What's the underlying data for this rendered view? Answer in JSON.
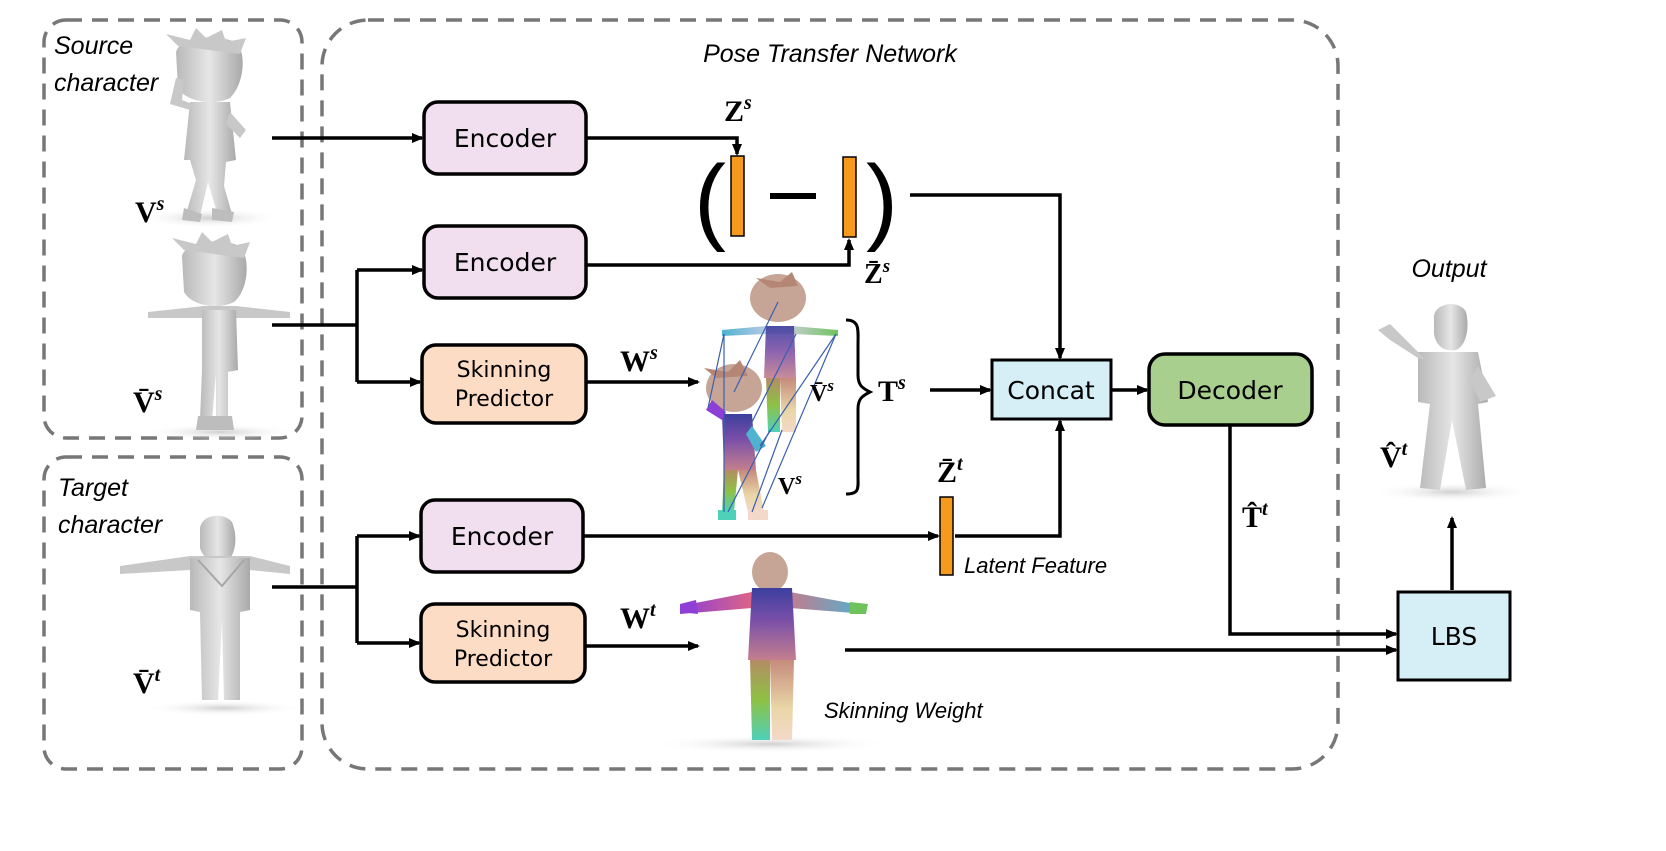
{
  "colors": {
    "encoder_fill": "#f1dff0",
    "skinning_fill": "#fcdcc4",
    "concat_fill": "#d6eef5",
    "decoder_fill": "#a8cf8d",
    "lbs_fill": "#d6eef5",
    "latent_bar": "#f59a1c",
    "dashed": "#777777",
    "arrow": "#000000"
  },
  "groups": {
    "source_label_line1": "Source",
    "source_label_line2": "character",
    "target_label_line1": "Target",
    "target_label_line2": "character",
    "network_title": "Pose Transfer Network",
    "output_label": "Output"
  },
  "blocks": {
    "encoder_1": "Encoder",
    "encoder_2": "Encoder",
    "encoder_3": "Encoder",
    "skinning_1_line1": "Skinning",
    "skinning_1_line2": "Predictor",
    "skinning_2_line1": "Skinning",
    "skinning_2_line2": "Predictor",
    "concat": "Concat",
    "decoder": "Decoder",
    "lbs": "LBS"
  },
  "symbols": {
    "V_s": "V",
    "V_s_sup": "s",
    "Vbar_s": "V̄",
    "Vbar_s_sup": "s",
    "Vbar_t": "V̄",
    "Vbar_t_sup": "t",
    "Z_s": "Z",
    "Z_s_sup": "s",
    "Zbar_s": "Z̄",
    "Zbar_s_sup": "s",
    "Zbar_t": "Z̄",
    "Zbar_t_sup": "t",
    "W_s": "W",
    "W_s_sup": "s",
    "W_t": "W",
    "W_t_sup": "t",
    "T_s": "T",
    "T_s_sup": "s",
    "That_t": "T̂",
    "That_t_sup": "t",
    "Vhat_t": "V̂",
    "Vhat_t_sup": "t",
    "Vbar_s_small": "V̄",
    "Vbar_s_small_sup": "s",
    "V_s_small": "V",
    "V_s_small_sup": "s",
    "minus": "—",
    "bracket_left": "(",
    "bracket_right": ")",
    "brace": "}"
  },
  "annotations": {
    "latent_feature": "Latent Feature",
    "skinning_weight": "Skinning Weight"
  }
}
